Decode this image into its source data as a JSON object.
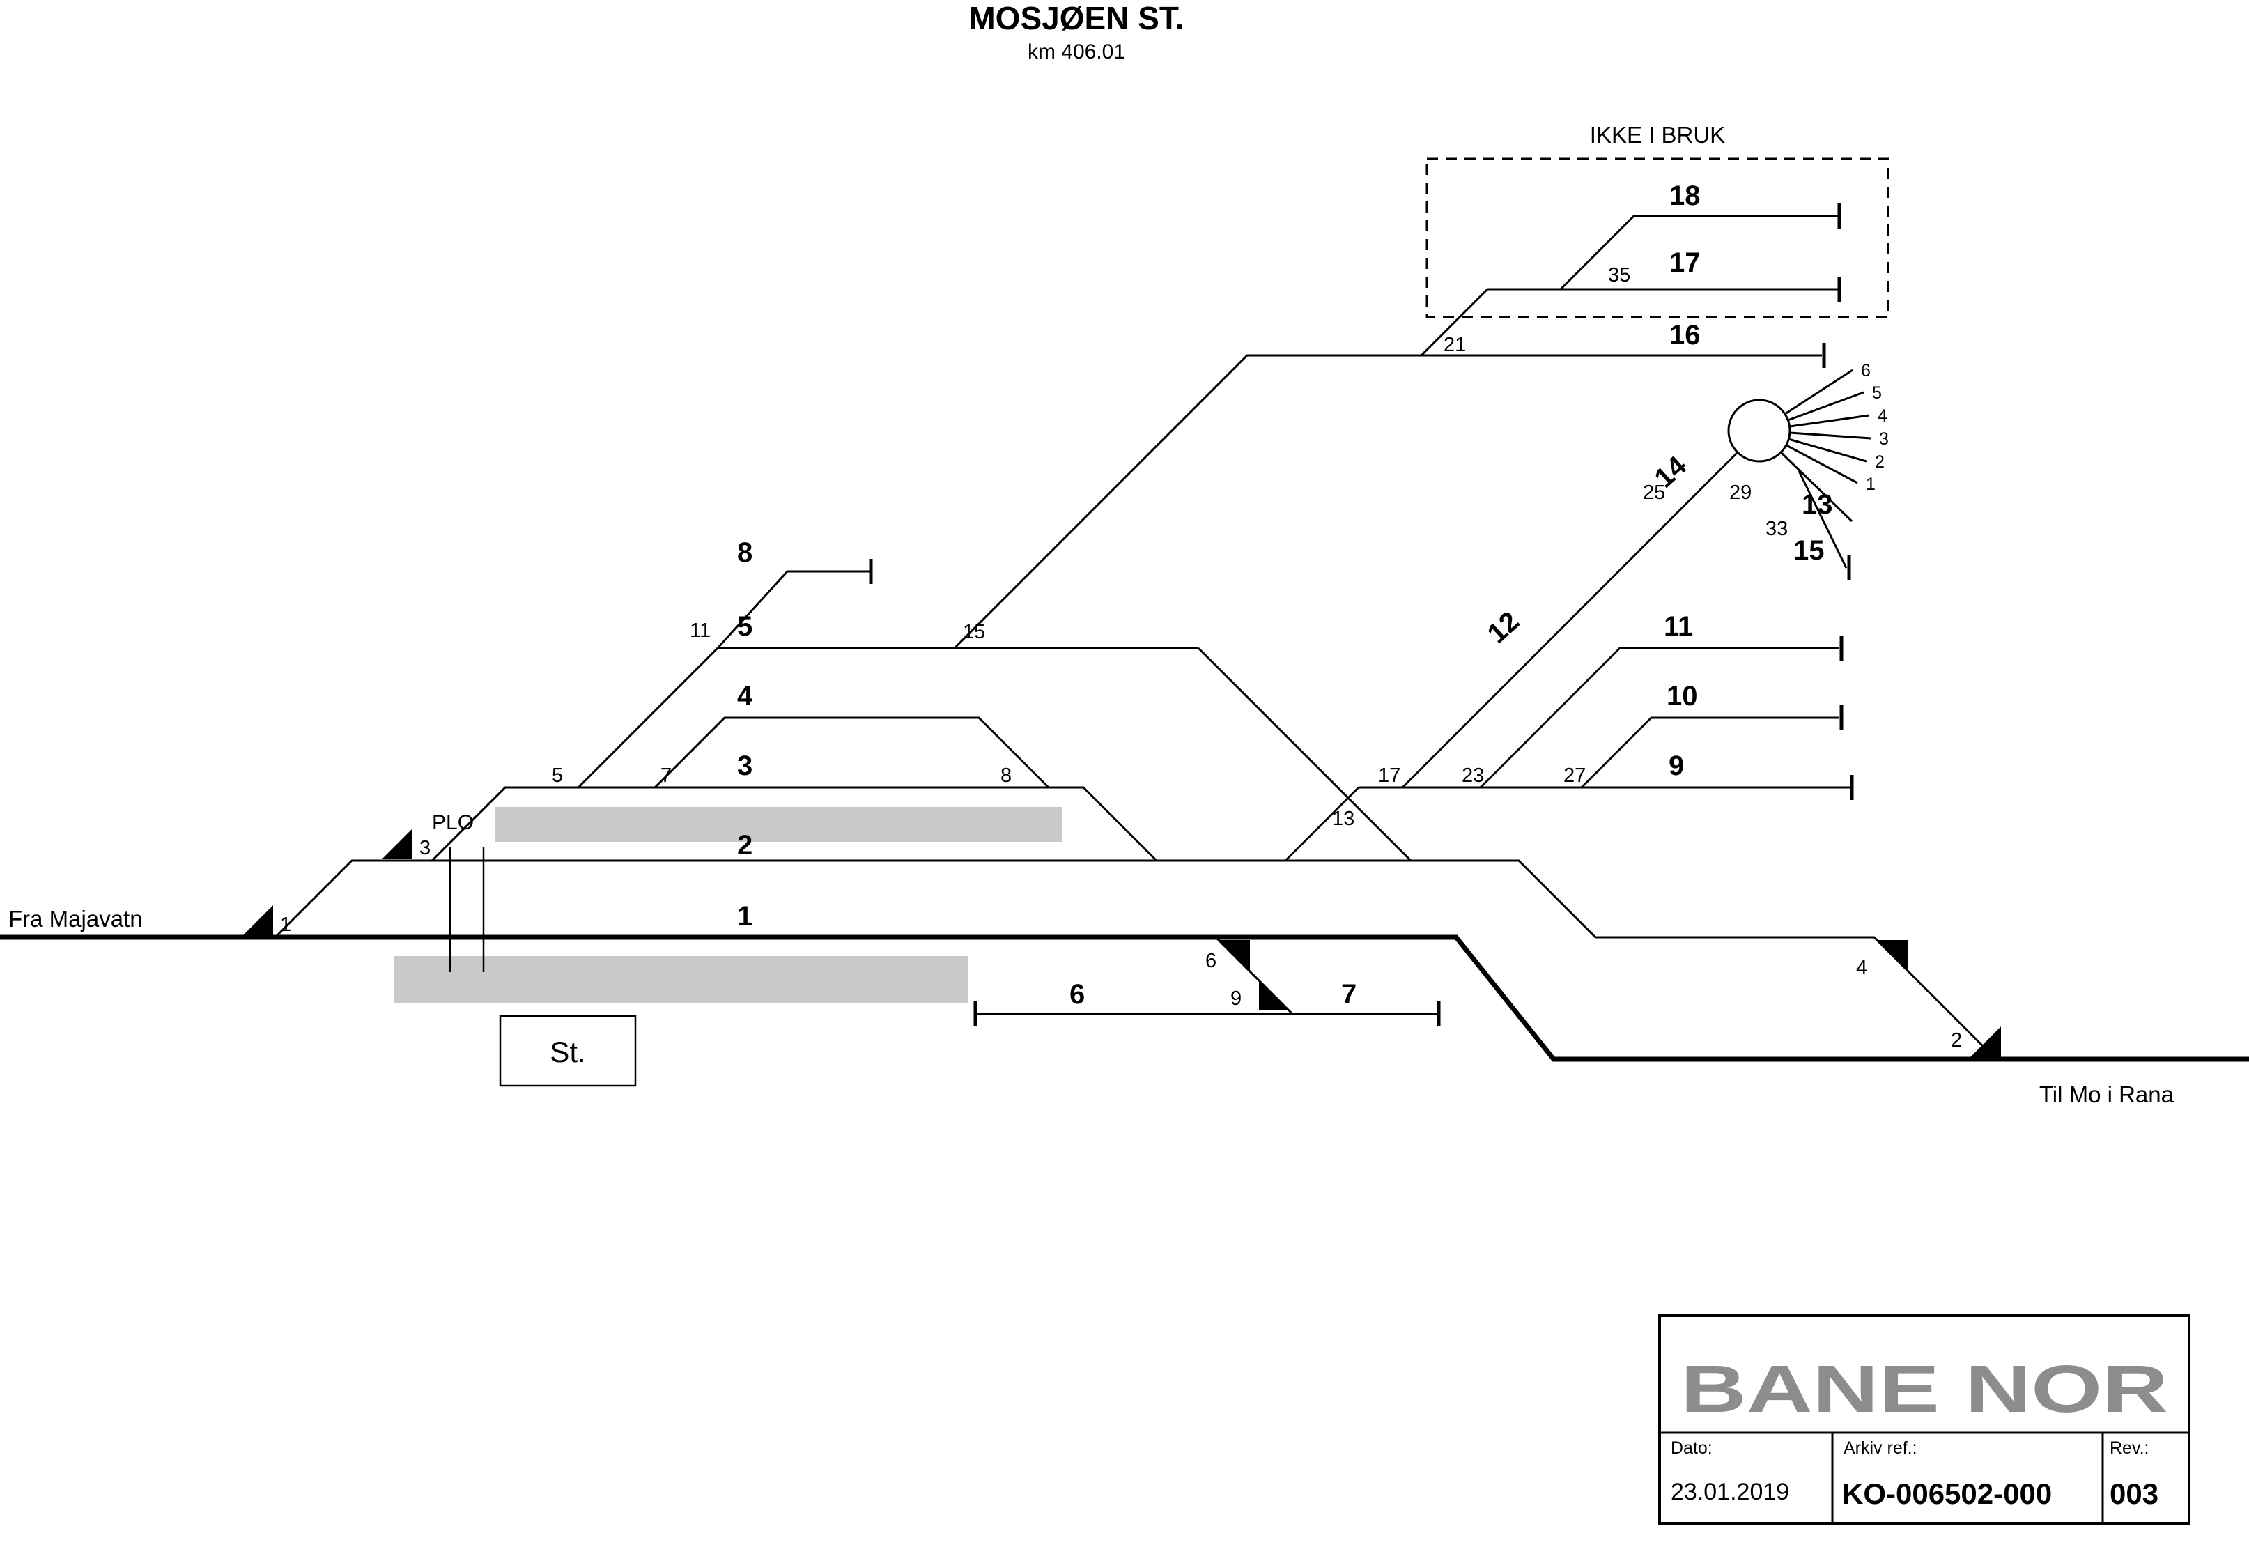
{
  "title": {
    "name": "MOSJØEN ST.",
    "km": "km 406.01"
  },
  "endpoints": {
    "left": "Fra Majavatn",
    "right": "Til Mo i Rana"
  },
  "station_box_label": "St.",
  "plo_label": "PLO",
  "ikke_i_bruk_label": "IKKE I BRUK",
  "track_labels": {
    "t1": "1",
    "t2": "2",
    "t3": "3",
    "t4": "4",
    "t5": "5",
    "t6": "6",
    "t7": "7",
    "t8": "8",
    "t9": "9",
    "t10": "10",
    "t11": "11",
    "t12": "12",
    "t13": "13",
    "t14": "14",
    "t15": "15",
    "t16": "16",
    "t17": "17",
    "t18": "18"
  },
  "switch_labels": {
    "s1": "1",
    "s2": "2",
    "s3": "3",
    "s4": "4",
    "s5": "5",
    "s6": "6",
    "s7": "7",
    "s8": "8",
    "s9": "9",
    "s11": "11",
    "s13": "13",
    "s15": "15",
    "s17": "17",
    "s21": "21",
    "s23": "23",
    "s25": "25",
    "s27": "27",
    "s29": "29",
    "s33": "33",
    "s35": "35"
  },
  "turntable": {
    "spokes": [
      "6",
      "5",
      "4",
      "3",
      "2",
      "1"
    ]
  },
  "title_block": {
    "logo_text": "BANE NOR",
    "dato_label": "Dato:",
    "dato_value": "23.01.2019",
    "arkiv_label": "Arkiv ref.:",
    "arkiv_value": "KO-006502-000",
    "rev_label": "Rev.:",
    "rev_value": "003"
  },
  "colors": {
    "track": "#000000",
    "platform": "#c9c9c9",
    "logo_gray": "#8d8d8d"
  }
}
